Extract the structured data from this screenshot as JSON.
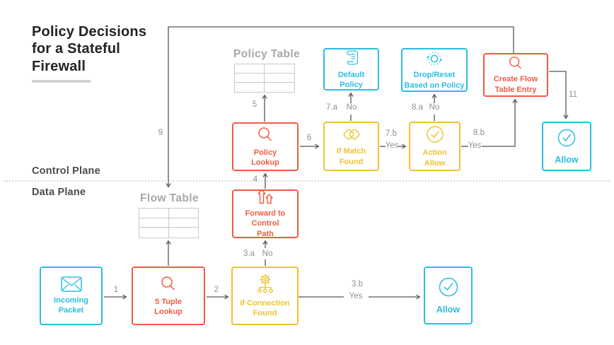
{
  "title": "Policy Decisions for a Stateful Firewall",
  "planes": {
    "control": "Control Plane",
    "data": "Data Plane"
  },
  "tables": {
    "policy_table": {
      "label": "Policy Table",
      "rows": 3,
      "cols": 2
    },
    "flow_table": {
      "label": "Flow Table",
      "rows": 3,
      "cols": 2
    }
  },
  "nodes": {
    "incoming_packet": {
      "label": "Incoming Packet",
      "color": "#29BEE1",
      "icon": "envelope-icon"
    },
    "five_tuple_lookup": {
      "label": "5 Tuple Lookup",
      "color": "#F15B40",
      "icon": "search-icon"
    },
    "if_connection_found": {
      "label": "If Connection Found",
      "color": "#F2C230",
      "icon": "gear-network-icon"
    },
    "allow_data": {
      "label": "Allow",
      "color": "#29BEE1",
      "icon": "check-circle-icon"
    },
    "forward_to_control_path": {
      "label": "Forward to Control Path",
      "color": "#F15B40",
      "icon": "upload-arrows-icon"
    },
    "policy_lookup": {
      "label": "Policy Lookup",
      "color": "#F15B40",
      "icon": "search-icon"
    },
    "if_match_found": {
      "label": "If Match Found",
      "color": "#F2C230",
      "icon": "match-icon"
    },
    "action_allow": {
      "label": "Action Allow",
      "color": "#F2C230",
      "icon": "check-circle-icon"
    },
    "default_policy": {
      "label": "Default Policy",
      "color": "#29BEE1",
      "icon": "scroll-icon"
    },
    "drop_reset": {
      "label": "Drop/Reset Based on Policy",
      "color": "#29BEE1",
      "icon": "refresh-dotted-icon"
    },
    "create_flow_table_entry": {
      "label": "Create Flow Table Entry",
      "color": "#F15B40",
      "icon": "search-icon"
    },
    "allow_control": {
      "label": "Allow",
      "color": "#29BEE1",
      "icon": "check-circle-icon"
    }
  },
  "edge_labels": {
    "e1": "1",
    "e2": "2",
    "e3a": "3.a",
    "e3a_no": "No",
    "e3b": "3.b",
    "e3b_yes": "Yes",
    "e4": "4",
    "e5": "5",
    "e6": "6",
    "e7a": "7.a",
    "e7a_no": "No",
    "e7b": "7.b",
    "e7b_yes": "Yes",
    "e8a": "8.a",
    "e8a_no": "No",
    "e8b": "8.b",
    "e8b_yes": "Yes",
    "e9": "9",
    "e11": "11"
  },
  "colors": {
    "cyan": "#29BEE1",
    "orange": "#F15B40",
    "yellow": "#F2C230",
    "arrow_gray": "#54555A",
    "edge_label_gray": "#8E9093",
    "table_gray": "#A6A8AB",
    "title_dark": "#232325"
  }
}
